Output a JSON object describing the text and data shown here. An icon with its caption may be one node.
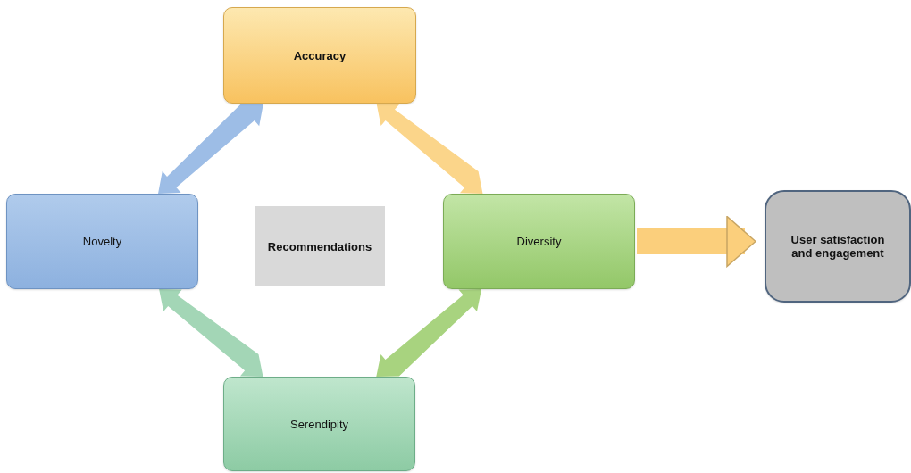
{
  "diagram": {
    "nodes": [
      {
        "text": [
          "Accuracy"
        ]
      },
      {
        "text": [
          "Novelty"
        ]
      },
      {
        "text": [
          "Recommendations"
        ]
      },
      {
        "text": [
          "Diversity"
        ]
      },
      {
        "text": [
          "User satisfaction and engagement"
        ]
      },
      {
        "text": [
          "Serendipity"
        ]
      }
    ],
    "edges": [
      {
        "from": 1,
        "to": 0,
        "arrow": "both",
        "color": "#9dbde6"
      },
      {
        "from": 0,
        "to": 3,
        "arrow": "both",
        "color": "#fbd58a"
      },
      {
        "from": 1,
        "to": 5,
        "arrow": "both",
        "color": "#a3d6b6"
      },
      {
        "from": 3,
        "to": 5,
        "arrow": "both",
        "color": "#a8d37f"
      },
      {
        "from": 3,
        "to": 4,
        "arrow": "to",
        "color": "#fbcf7c"
      }
    ]
  }
}
